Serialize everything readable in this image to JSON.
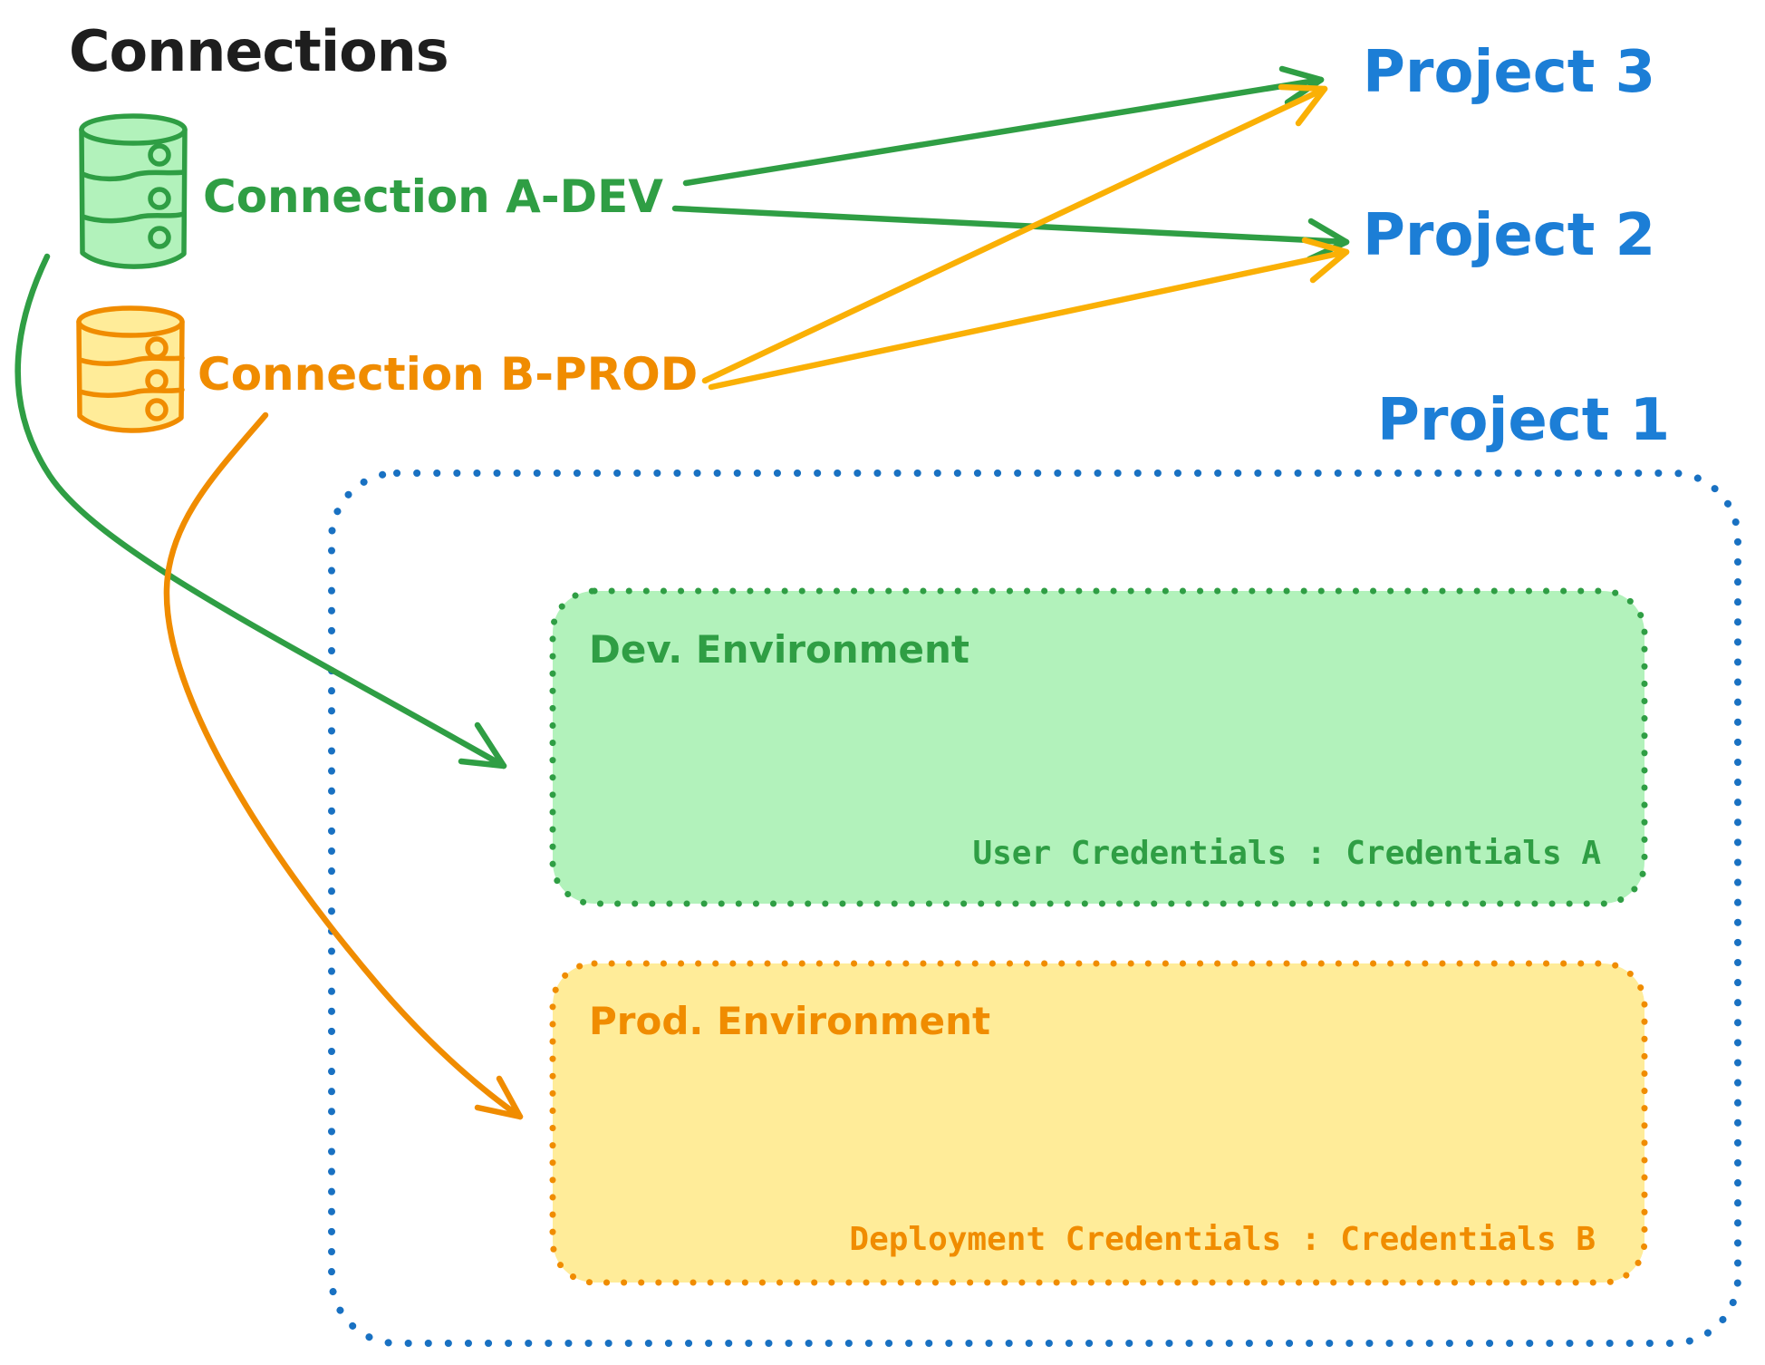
{
  "colors": {
    "background": "#ffffff",
    "ink": "#1e1e1e",
    "blue-border": "#1971c2",
    "blue-text": "#1c7ed6",
    "green": "#2f9e44",
    "green-fill": "#b2f2bb",
    "orange": "#f08c00",
    "orange-fill": "#ffec99",
    "amber": "#fab005"
  },
  "diagram": {
    "title": "Connections",
    "connections": [
      {
        "label": "Connection A-DEV",
        "icon": "database-icon",
        "color": "green"
      },
      {
        "label": "Connection B-PROD",
        "icon": "database-icon",
        "color": "orange"
      }
    ],
    "projects": [
      {
        "label": "Project 3"
      },
      {
        "label": "Project 2"
      },
      {
        "label": "Project 1"
      }
    ],
    "project1_environments": [
      {
        "title": "Dev. Environment",
        "credentials": "User Credentials : Credentials A",
        "color": "green"
      },
      {
        "title": "Prod. Environment",
        "credentials": "Deployment Credentials : Credentials B",
        "color": "orange"
      }
    ],
    "arrows": [
      {
        "from": "Connection A-DEV",
        "to": "Project 3",
        "color": "green",
        "style": "straight"
      },
      {
        "from": "Connection A-DEV",
        "to": "Project 2",
        "color": "green",
        "style": "straight"
      },
      {
        "from": "Connection B-PROD",
        "to": "Project 3",
        "color": "amber",
        "style": "straight"
      },
      {
        "from": "Connection B-PROD",
        "to": "Project 2",
        "color": "amber",
        "style": "straight"
      },
      {
        "from": "Connection A-DEV",
        "to": "Dev. Environment",
        "color": "green",
        "style": "curved"
      },
      {
        "from": "Connection B-PROD",
        "to": "Prod. Environment",
        "color": "orange",
        "style": "curved"
      }
    ]
  }
}
